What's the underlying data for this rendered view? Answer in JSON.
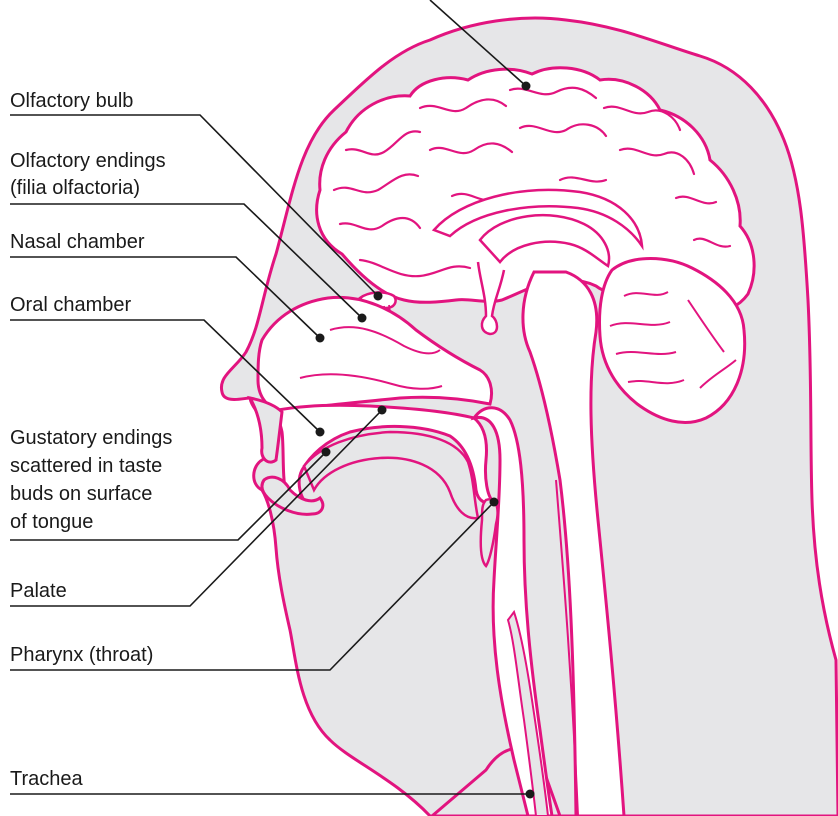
{
  "colors": {
    "outline": "#e2147f",
    "fill": "#e6e6e8",
    "leader": "#1a1a1a",
    "background": "#ffffff"
  },
  "labels": {
    "olfactory_bulb": "Olfactory bulb",
    "olfactory_endings": [
      "Olfactory endings",
      "(filia olfactoria)"
    ],
    "nasal_chamber": "Nasal chamber",
    "oral_chamber": "Oral chamber",
    "gustatory_endings": [
      "Gustatory endings",
      "scattered in taste",
      "buds on surface",
      "of tongue"
    ],
    "palate": "Palate",
    "pharynx": "Pharynx (throat)",
    "trachea": "Trachea"
  }
}
